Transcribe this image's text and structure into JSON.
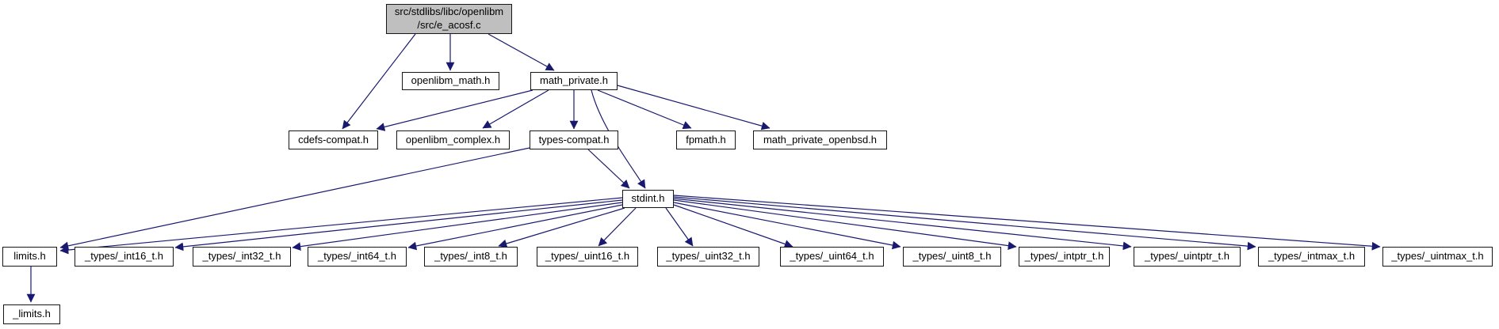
{
  "diagram": {
    "type": "include-dependency-graph",
    "colors": {
      "edge": "#191970",
      "node_fill": "#ffffff",
      "root_node_fill": "#bfbfbf",
      "node_border": "#161616",
      "text": "#000000"
    },
    "nodes": {
      "root": {
        "label": "src/stdlibs/libc/openlibm\n/src/e_acosf.c"
      },
      "openlibm_math": {
        "label": "openlibm_math.h"
      },
      "math_private": {
        "label": "math_private.h"
      },
      "cdefs_compat": {
        "label": "cdefs-compat.h"
      },
      "openlibm_complex": {
        "label": "openlibm_complex.h"
      },
      "types_compat": {
        "label": "types-compat.h"
      },
      "fpmath": {
        "label": "fpmath.h"
      },
      "math_private_openbsd": {
        "label": "math_private_openbsd.h"
      },
      "stdint": {
        "label": "stdint.h"
      },
      "limits": {
        "label": "limits.h"
      },
      "int16": {
        "label": "_types/_int16_t.h"
      },
      "int32": {
        "label": "_types/_int32_t.h"
      },
      "int64": {
        "label": "_types/_int64_t.h"
      },
      "int8": {
        "label": "_types/_int8_t.h"
      },
      "uint16": {
        "label": "_types/_uint16_t.h"
      },
      "uint32": {
        "label": "_types/_uint32_t.h"
      },
      "uint64": {
        "label": "_types/_uint64_t.h"
      },
      "uint8": {
        "label": "_types/_uint8_t.h"
      },
      "intptr": {
        "label": "_types/_intptr_t.h"
      },
      "uintptr": {
        "label": "_types/_uintptr_t.h"
      },
      "intmax": {
        "label": "_types/_intmax_t.h"
      },
      "uintmax": {
        "label": "_types/_uintmax_t.h"
      },
      "limits_internal": {
        "label": "_limits.h"
      }
    },
    "edges": [
      {
        "from": "root",
        "to": "openlibm_math"
      },
      {
        "from": "root",
        "to": "math_private"
      },
      {
        "from": "root",
        "to": "cdefs_compat"
      },
      {
        "from": "math_private",
        "to": "cdefs_compat"
      },
      {
        "from": "math_private",
        "to": "openlibm_complex"
      },
      {
        "from": "math_private",
        "to": "types_compat"
      },
      {
        "from": "math_private",
        "to": "fpmath"
      },
      {
        "from": "math_private",
        "to": "math_private_openbsd"
      },
      {
        "from": "math_private",
        "to": "stdint"
      },
      {
        "from": "types_compat",
        "to": "stdint"
      },
      {
        "from": "types_compat",
        "to": "limits"
      },
      {
        "from": "stdint",
        "to": "limits"
      },
      {
        "from": "stdint",
        "to": "int16"
      },
      {
        "from": "stdint",
        "to": "int32"
      },
      {
        "from": "stdint",
        "to": "int64"
      },
      {
        "from": "stdint",
        "to": "int8"
      },
      {
        "from": "stdint",
        "to": "uint16"
      },
      {
        "from": "stdint",
        "to": "uint32"
      },
      {
        "from": "stdint",
        "to": "uint64"
      },
      {
        "from": "stdint",
        "to": "uint8"
      },
      {
        "from": "stdint",
        "to": "intptr"
      },
      {
        "from": "stdint",
        "to": "uintptr"
      },
      {
        "from": "stdint",
        "to": "intmax"
      },
      {
        "from": "stdint",
        "to": "uintmax"
      },
      {
        "from": "limits",
        "to": "limits_internal"
      }
    ]
  }
}
